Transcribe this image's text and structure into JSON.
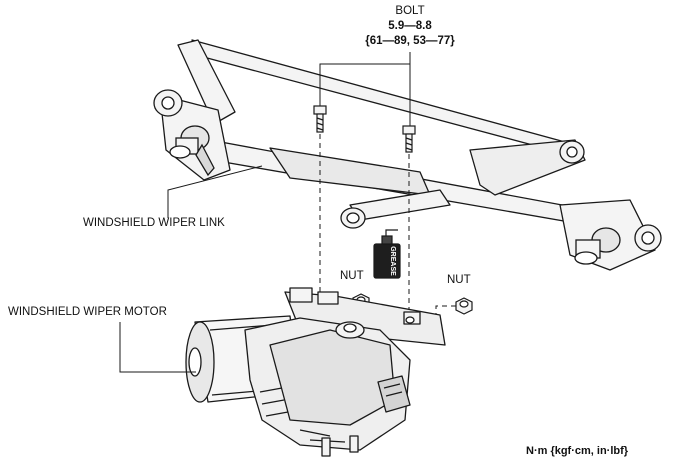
{
  "labels": {
    "bolt": "BOLT",
    "bolt_torque_1": "5.9—8.8",
    "bolt_torque_2": "{61—89, 53—77}",
    "wiper_link": "WINDSHIELD WIPER LINK",
    "wiper_motor": "WINDSHIELD WIPER MOTOR",
    "nut_left": "NUT",
    "nut_right": "NUT",
    "units": "N·m {kgf·cm, in·lbf}",
    "grease_mark": "GREASE"
  },
  "colors": {
    "line": "#1a1a1a",
    "fill": "#f4f4f4",
    "shade": "#d9d9d9",
    "dark": "#222222"
  }
}
